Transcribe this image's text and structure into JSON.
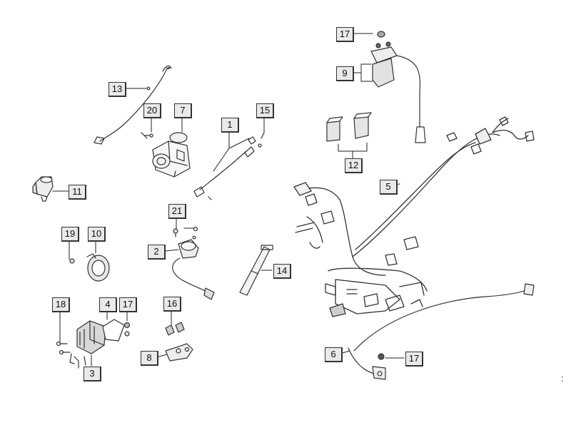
{
  "diagram": {
    "labels": {
      "l1": "1",
      "l2": "2",
      "l3": "3",
      "l4": "4",
      "l5": "5",
      "l6": "6",
      "l7": "7",
      "l8": "8",
      "l9": "9",
      "l10": "10",
      "l11": "11",
      "l12": "12",
      "l13": "13",
      "l14": "14",
      "l15": "15",
      "l16": "16",
      "l17a": "17",
      "l17b": "17",
      "l17c": "17",
      "l18": "18",
      "l19": "19",
      "l20": "20",
      "l21": "21"
    },
    "footnote": ":"
  }
}
